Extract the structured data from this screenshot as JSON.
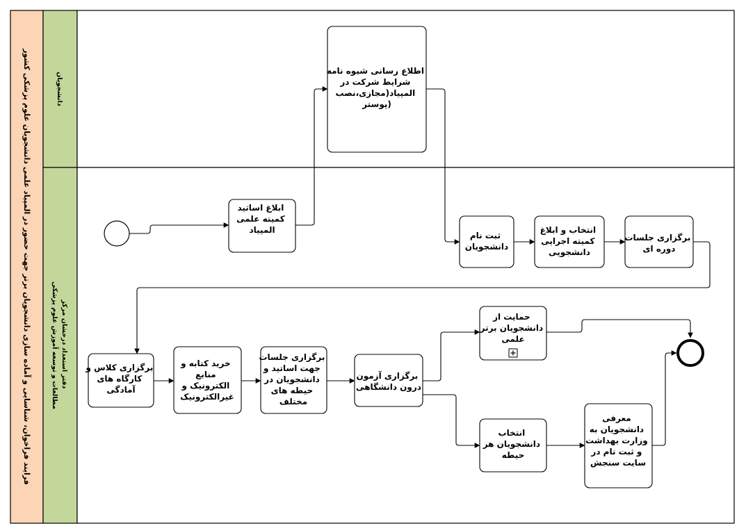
{
  "pool": {
    "title": "فرایند فراخوان، شناسایی و آماده سازی دانشجویان برتر جهت حضور در المپیاد علمی دانشجویان علوم پزشکی کشور",
    "color": "#fbd5b5"
  },
  "lanes": [
    {
      "id": "students",
      "lines": [
        "دانشجویان"
      ],
      "color": "#c4d79b"
    },
    {
      "id": "office",
      "lines": [
        "دفتر استعداد درخشان مرکز",
        "مطالعات و توسعه آموزش علوم پزشکی"
      ],
      "color": "#c4d79b"
    }
  ],
  "tasks": [
    {
      "id": "announce",
      "lines": [
        "ابلاغ اساتید",
        "کمیته علمی",
        "المپیاد"
      ]
    },
    {
      "id": "inform",
      "lines": [
        "اطلاع رسانی شیوه نامه",
        "شرایط شرکت در",
        "المپیاد(مجازی،نصب",
        "پوستر)"
      ]
    },
    {
      "id": "register",
      "lines": [
        "ثبت نام",
        "دانشجویان"
      ]
    },
    {
      "id": "select",
      "lines": [
        "انتخاب و ابلاغ",
        "کمیته اجرایی",
        "دانشجویی"
      ]
    },
    {
      "id": "sessions",
      "lines": [
        "برگزاری جلسات",
        "دوره ای"
      ]
    },
    {
      "id": "classes",
      "lines": [
        "برگزاری کلاس و",
        "کارگاه های",
        "آمادگی"
      ]
    },
    {
      "id": "books",
      "lines": [
        "خرید کتابه و",
        "منابع",
        "الکترونیک و",
        "غیرالکترونیک"
      ]
    },
    {
      "id": "meetings",
      "lines": [
        "برگزاری جلسات",
        "جهت اساتید و",
        "دانشجویان در",
        "حیطه های",
        "مختلف"
      ]
    },
    {
      "id": "exam",
      "lines": [
        "برگزاری آزمون",
        "درون دانشگاهی"
      ]
    },
    {
      "id": "support",
      "lines": [
        "حمایت از",
        "دانشجویان برتر",
        "علمی"
      ],
      "subprocess": true
    },
    {
      "id": "choose",
      "lines": [
        "انتخاب",
        "دانشجویان هر",
        "حیطه"
      ]
    },
    {
      "id": "introduce",
      "lines": [
        "معرفی",
        "دانشجویان به",
        "وزارت بهداشت",
        "و ثبت نام در",
        "سایت سنجش"
      ]
    }
  ],
  "events": [
    {
      "id": "start",
      "type": "start"
    },
    {
      "id": "end",
      "type": "end"
    }
  ],
  "flows": [
    {
      "from": "start",
      "to": "announce"
    },
    {
      "from": "announce",
      "to": "inform"
    },
    {
      "from": "inform",
      "to": "register"
    },
    {
      "from": "register",
      "to": "select"
    },
    {
      "from": "select",
      "to": "sessions"
    },
    {
      "from": "sessions",
      "to": "classes"
    },
    {
      "from": "classes",
      "to": "books"
    },
    {
      "from": "books",
      "to": "meetings"
    },
    {
      "from": "meetings",
      "to": "exam"
    },
    {
      "from": "exam",
      "to": "support"
    },
    {
      "from": "exam",
      "to": "choose"
    },
    {
      "from": "support",
      "to": "end"
    },
    {
      "from": "choose",
      "to": "introduce"
    },
    {
      "from": "introduce",
      "to": "end"
    }
  ]
}
